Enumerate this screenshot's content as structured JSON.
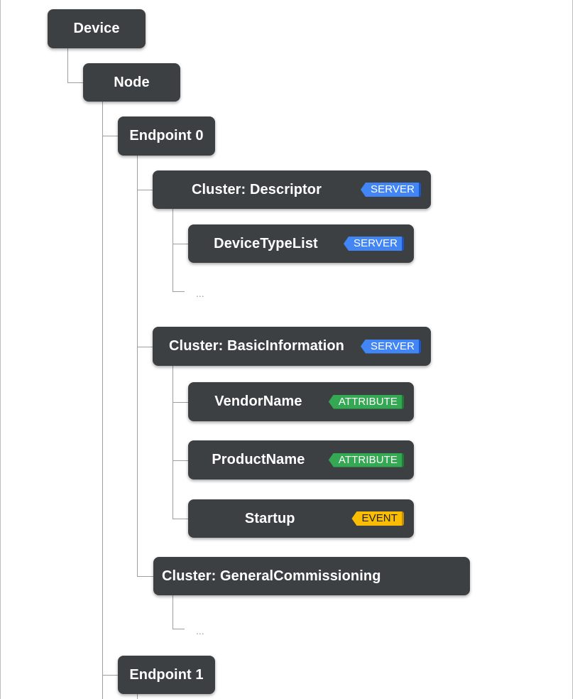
{
  "nodes": {
    "device": "Device",
    "node": "Node",
    "endpoint0": "Endpoint 0",
    "cluster_descriptor": "Cluster: Descriptor",
    "device_type_list": "DeviceTypeList",
    "cluster_basic_information": "Cluster: BasicInformation",
    "vendor_name": "VendorName",
    "product_name": "ProductName",
    "startup": "Startup",
    "cluster_general_commissioning": "Cluster: GeneralCommissioning",
    "endpoint1": "Endpoint 1"
  },
  "tags": {
    "server": "SERVER",
    "attribute": "ATTRIBUTE",
    "event": "EVENT"
  },
  "ellipsis": "...",
  "colors": {
    "node_bg": "#3c4043",
    "server": "#4285f4",
    "attribute": "#34a853",
    "event": "#fbbc04"
  }
}
